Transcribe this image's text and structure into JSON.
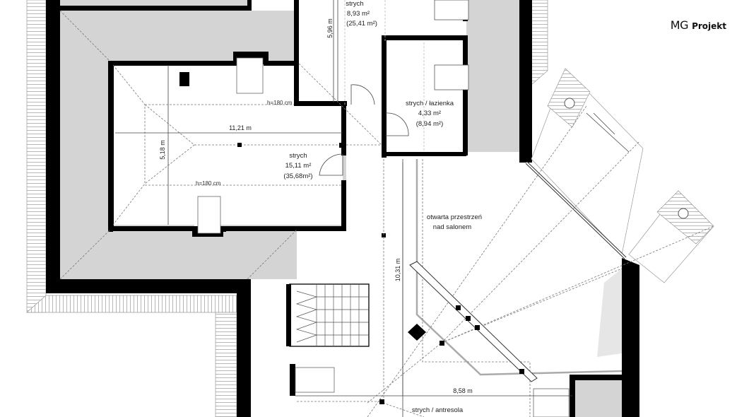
{
  "logo": {
    "brand": "MG",
    "name": "Projekt"
  },
  "rooms": [
    {
      "name": "strych",
      "area": "8,93 m²",
      "gross": "(25,41 m²)"
    },
    {
      "name": "strych / łazienka",
      "area": "4,33 m²",
      "gross": "(8,94 m²)"
    },
    {
      "name": "strych",
      "area": "15,11 m²",
      "gross": "(35,68m²)"
    },
    {
      "name": "strych / antresola"
    }
  ],
  "open_space": {
    "line1": "otwarta przestrzeń",
    "line2": "nad salonem"
  },
  "dimensions": {
    "d1": "5,96 m",
    "d2": "11,21 m",
    "d3": "5,18 m",
    "d4": "10,31 m",
    "d5": "8,58 m"
  },
  "heights": {
    "h1": "h=180 cm",
    "h2": "h=180 cm"
  }
}
